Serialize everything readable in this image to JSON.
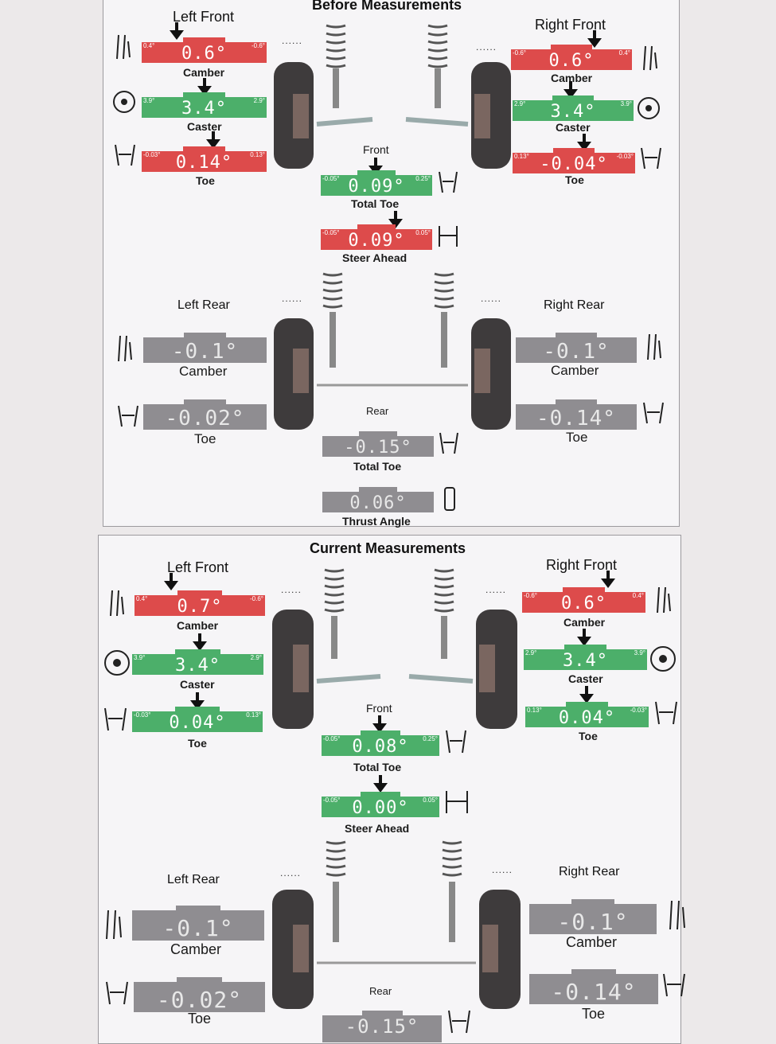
{
  "before": {
    "title": "Before Measurements",
    "left_front": {
      "heading": "Left Front",
      "camber": {
        "label": "Camber",
        "value": "0.6°",
        "low": "0.4°",
        "high": "-0.6°"
      },
      "caster": {
        "label": "Caster",
        "value": "3.4°",
        "low": "3.9°",
        "high": "2.9°"
      },
      "toe": {
        "label": "Toe",
        "value": "0.14°",
        "low": "-0.03°",
        "high": "0.13°"
      }
    },
    "right_front": {
      "heading": "Right Front",
      "camber": {
        "label": "Camber",
        "value": "0.6°",
        "low": "-0.6°",
        "high": "0.4°"
      },
      "caster": {
        "label": "Caster",
        "value": "3.4°",
        "low": "2.9°",
        "high": "3.9°"
      },
      "toe": {
        "label": "Toe",
        "value": "-0.04°",
        "low": "0.13°",
        "high": "-0.03°"
      }
    },
    "front": {
      "heading": "Front",
      "total_toe": {
        "label": "Total Toe",
        "value": "0.09°",
        "low": "-0.05°",
        "high": "0.25°"
      },
      "steer_ahead": {
        "label": "Steer Ahead",
        "value": "0.09°",
        "low": "-0.05°",
        "high": "0.05°"
      }
    },
    "left_rear": {
      "heading": "Left Rear",
      "camber": {
        "label": "Camber",
        "value": "-0.1°"
      },
      "toe": {
        "label": "Toe",
        "value": "-0.02°"
      }
    },
    "right_rear": {
      "heading": "Right Rear",
      "camber": {
        "label": "Camber",
        "value": "-0.1°"
      },
      "toe": {
        "label": "Toe",
        "value": "-0.14°"
      }
    },
    "rear": {
      "heading": "Rear",
      "total_toe": {
        "label": "Total Toe",
        "value": "-0.15°"
      },
      "thrust": {
        "label": "Thrust Angle",
        "value": "0.06°"
      }
    }
  },
  "current": {
    "title": "Current Measurements",
    "left_front": {
      "heading": "Left Front",
      "camber": {
        "label": "Camber",
        "value": "0.7°",
        "low": "0.4°",
        "high": "-0.6°"
      },
      "caster": {
        "label": "Caster",
        "value": "3.4°",
        "low": "3.9°",
        "high": "2.9°"
      },
      "toe": {
        "label": "Toe",
        "value": "0.04°",
        "low": "-0.03°",
        "high": "0.13°"
      }
    },
    "right_front": {
      "heading": "Right Front",
      "camber": {
        "label": "Camber",
        "value": "0.6°",
        "low": "-0.6°",
        "high": "0.4°"
      },
      "caster": {
        "label": "Caster",
        "value": "3.4°",
        "low": "2.9°",
        "high": "3.9°"
      },
      "toe": {
        "label": "Toe",
        "value": "0.04°",
        "low": "0.13°",
        "high": "-0.03°"
      }
    },
    "front": {
      "heading": "Front",
      "total_toe": {
        "label": "Total Toe",
        "value": "0.08°",
        "low": "-0.05°",
        "high": "0.25°"
      },
      "steer_ahead": {
        "label": "Steer Ahead",
        "value": "0.00°",
        "low": "-0.05°",
        "high": "0.05°"
      }
    },
    "left_rear": {
      "heading": "Left Rear",
      "camber": {
        "label": "Camber",
        "value": "-0.1°"
      },
      "toe": {
        "label": "Toe",
        "value": "-0.02°"
      }
    },
    "right_rear": {
      "heading": "Right Rear",
      "camber": {
        "label": "Camber",
        "value": "-0.1°"
      },
      "toe": {
        "label": "Toe",
        "value": "-0.14°"
      }
    },
    "rear": {
      "heading": "Rear",
      "total_toe": {
        "value": "-0.15°"
      }
    }
  },
  "dots": "......",
  "colors": {
    "out_of_spec": "#dd4b4b",
    "in_spec": "#4caf6a",
    "no_spec": "#8f8d91"
  }
}
